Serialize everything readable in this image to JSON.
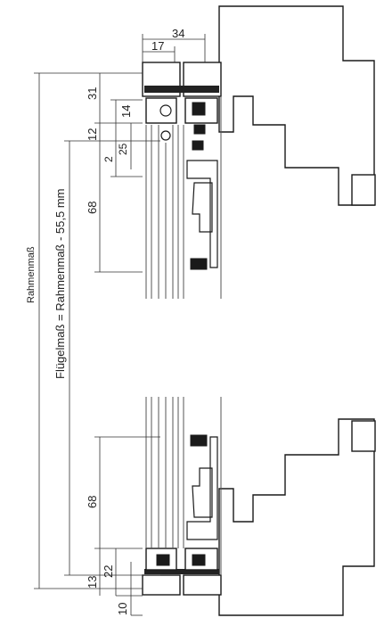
{
  "labels": {
    "frame_outer": "Rahmenmaß",
    "sash_formula": "Flügelmaß = Rahmenmaß - 55,5 mm"
  },
  "dimensions": {
    "top_34": "34",
    "top_17": "17",
    "d31": "31",
    "d14": "14",
    "d12": "12",
    "d2": "2",
    "d25": "25",
    "d68_top": "68",
    "d68_bottom": "68",
    "d13": "13",
    "d22": "22",
    "d10": "10"
  }
}
